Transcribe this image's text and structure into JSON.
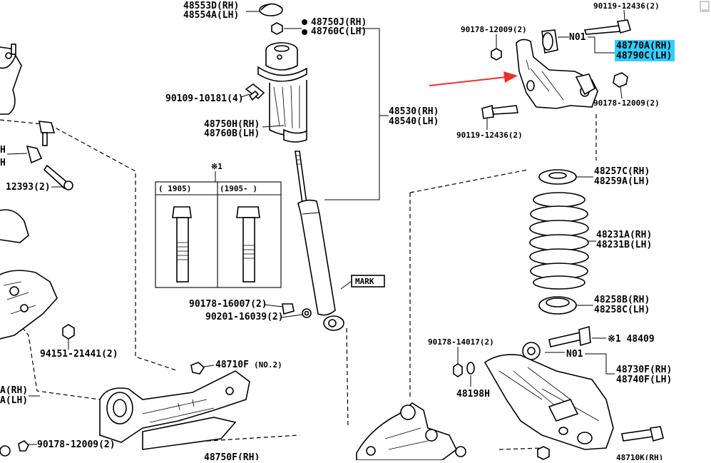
{
  "labels": {
    "top_mount": [
      "48553D(RH)",
      "48554A(LH)"
    ],
    "cap": [
      "48750J(RH)",
      "48760C(LH)"
    ],
    "bolt_top_left": "90109-10181(4)",
    "bumper": [
      "48750H(RH)",
      "48760B(LH)"
    ],
    "shock": [
      "48530(RH)",
      "48540(LH)"
    ],
    "inset_note": "※1",
    "inset_cols": [
      "(    1905)",
      "(1905-     )"
    ],
    "bolt_a": "90178-16007(2)",
    "nut_a": "90201-16039(2)",
    "mark": "MARK",
    "arm_left_bolt": "12393(2)",
    "arm_left_rh_lh": [
      "H",
      "H"
    ],
    "nut_left": "94151-21441(2)",
    "left_bottom": [
      "A(RH)",
      "A(LH)"
    ],
    "rod_48710": "48710F",
    "rod_48710_note": "(NO.2)",
    "nut_bottom": "90178-12009(2)",
    "bottom_cut": "48750F(RH)",
    "upper_bolt_top": "90119-12436(2)",
    "upper_nut_top": "90178-12009(2)",
    "n01_upper": "N01",
    "upper_arm": [
      "48770A(RH)",
      "48790C(LH)"
    ],
    "upper_nut_right": "90178-12009(2)",
    "upper_bolt_bottom": "90119-12436(2)",
    "spring_upper_seat": [
      "48257C(RH)",
      "48259A(LH)"
    ],
    "spring": [
      "48231A(RH)",
      "48231B(LH)"
    ],
    "spring_lower_seat": [
      "48258B(RH)",
      "48258C(LH)"
    ],
    "bolt_cam": "90178-14017(2)",
    "cam_bolt_note": "※1 48409",
    "n01_lower": "N01",
    "lower_arm": [
      "48730F(RH)",
      "48740F(LH)"
    ],
    "washer_48198": "48198H",
    "bottom_right_cut": "48710K(RH)"
  },
  "colors": {
    "highlight": "#33ccff",
    "arrow": "#e8312a"
  }
}
